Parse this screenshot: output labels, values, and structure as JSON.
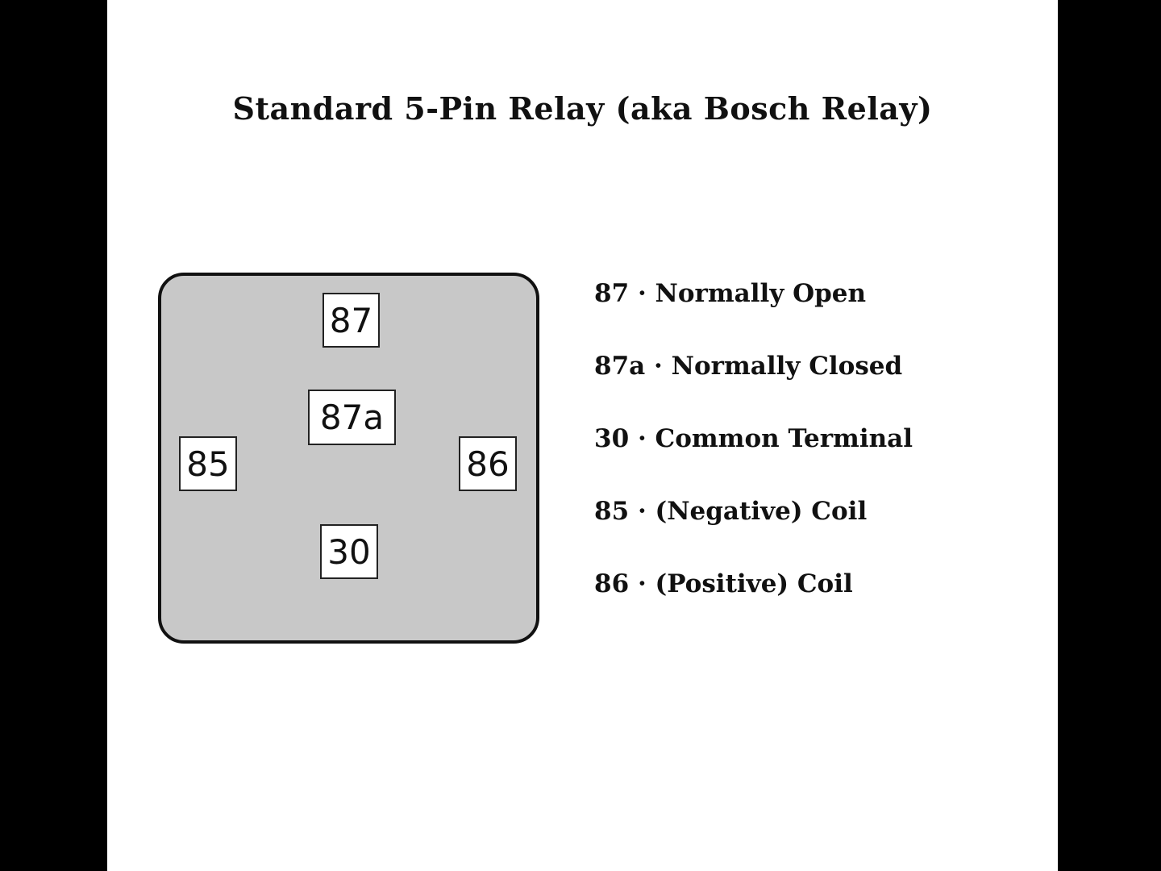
{
  "title": "Standard 5-Pin Relay (aka Bosch Relay)",
  "colors": {
    "relay_body": "#c8c8c8",
    "pin_box": "#ffffff",
    "outline": "#111111"
  },
  "pins": {
    "p87": "87",
    "p87a": "87a",
    "p85": "85",
    "p86": "86",
    "p30": "30"
  },
  "legend": [
    {
      "pin": "87",
      "sep": "·",
      "desc": "Normally Open"
    },
    {
      "pin": "87a",
      "sep": "·",
      "desc": "Normally Closed"
    },
    {
      "pin": "30",
      "sep": "·",
      "desc": "Common Terminal"
    },
    {
      "pin": "85",
      "sep": "·",
      "desc": "(Negative) Coil"
    },
    {
      "pin": "86",
      "sep": "·",
      "desc": "(Positive) Coil"
    }
  ]
}
